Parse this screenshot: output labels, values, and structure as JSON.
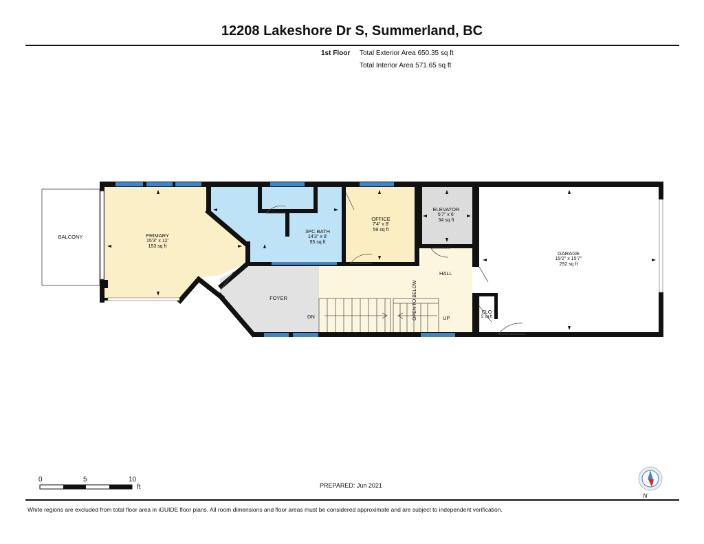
{
  "header": {
    "title": "12208 Lakeshore Dr S, Summerland, BC",
    "floor": "1st Floor",
    "exterior_area": "Total Exterior Area 650.35 sq ft",
    "interior_area": "Total Interior Area 571.65 sq ft"
  },
  "rooms": {
    "balcony": {
      "name": "BALCONY"
    },
    "primary": {
      "name": "PRIMARY",
      "dims": "15'3\" x 12'",
      "area": "153 sq ft"
    },
    "bath": {
      "name": "3PC BATH",
      "dims": "14'3\" x 8'",
      "area": "95 sq ft"
    },
    "office": {
      "name": "OFFICE",
      "dims": "7'4\" x 8'",
      "area": "59 sq ft"
    },
    "elevator": {
      "name": "ELEVATOR",
      "dims": "5'7\" x 6'",
      "area": "34 sq ft"
    },
    "garage": {
      "name": "GARAGE",
      "dims": "19'2\" x 15'7\"",
      "area": "292 sq ft"
    },
    "foyer": {
      "name": "FOYER"
    },
    "hall": {
      "name": "HALL"
    },
    "clo": {
      "name": "CLO",
      "area": "5 sq ft"
    }
  },
  "labels": {
    "down": "DN",
    "up": "UP",
    "open_below": "OPEN TO BELOW"
  },
  "scale": {
    "t0": "0",
    "t5": "5",
    "t10": "10",
    "unit": "ft"
  },
  "footer": {
    "prepared": "PREPARED:  Jun 2021",
    "disclaimer": "White regions are excluded from total floor area in iGUIDE floor plans. All room dimensions and floor areas must be considered approximate and are subject to independent verification.",
    "compass_north": "N"
  },
  "colors": {
    "wall": "#111111",
    "primary_fill": "#fbefc8",
    "bath_fill": "#bfe3f6",
    "office_fill": "#fbeec2",
    "elevator_fill": "#dcdcdc",
    "foyer_fill": "#e2e2e2",
    "hall_fill": "#fdf6df",
    "clo_fill": "#e6dcc6",
    "window": "#3d86c8"
  }
}
